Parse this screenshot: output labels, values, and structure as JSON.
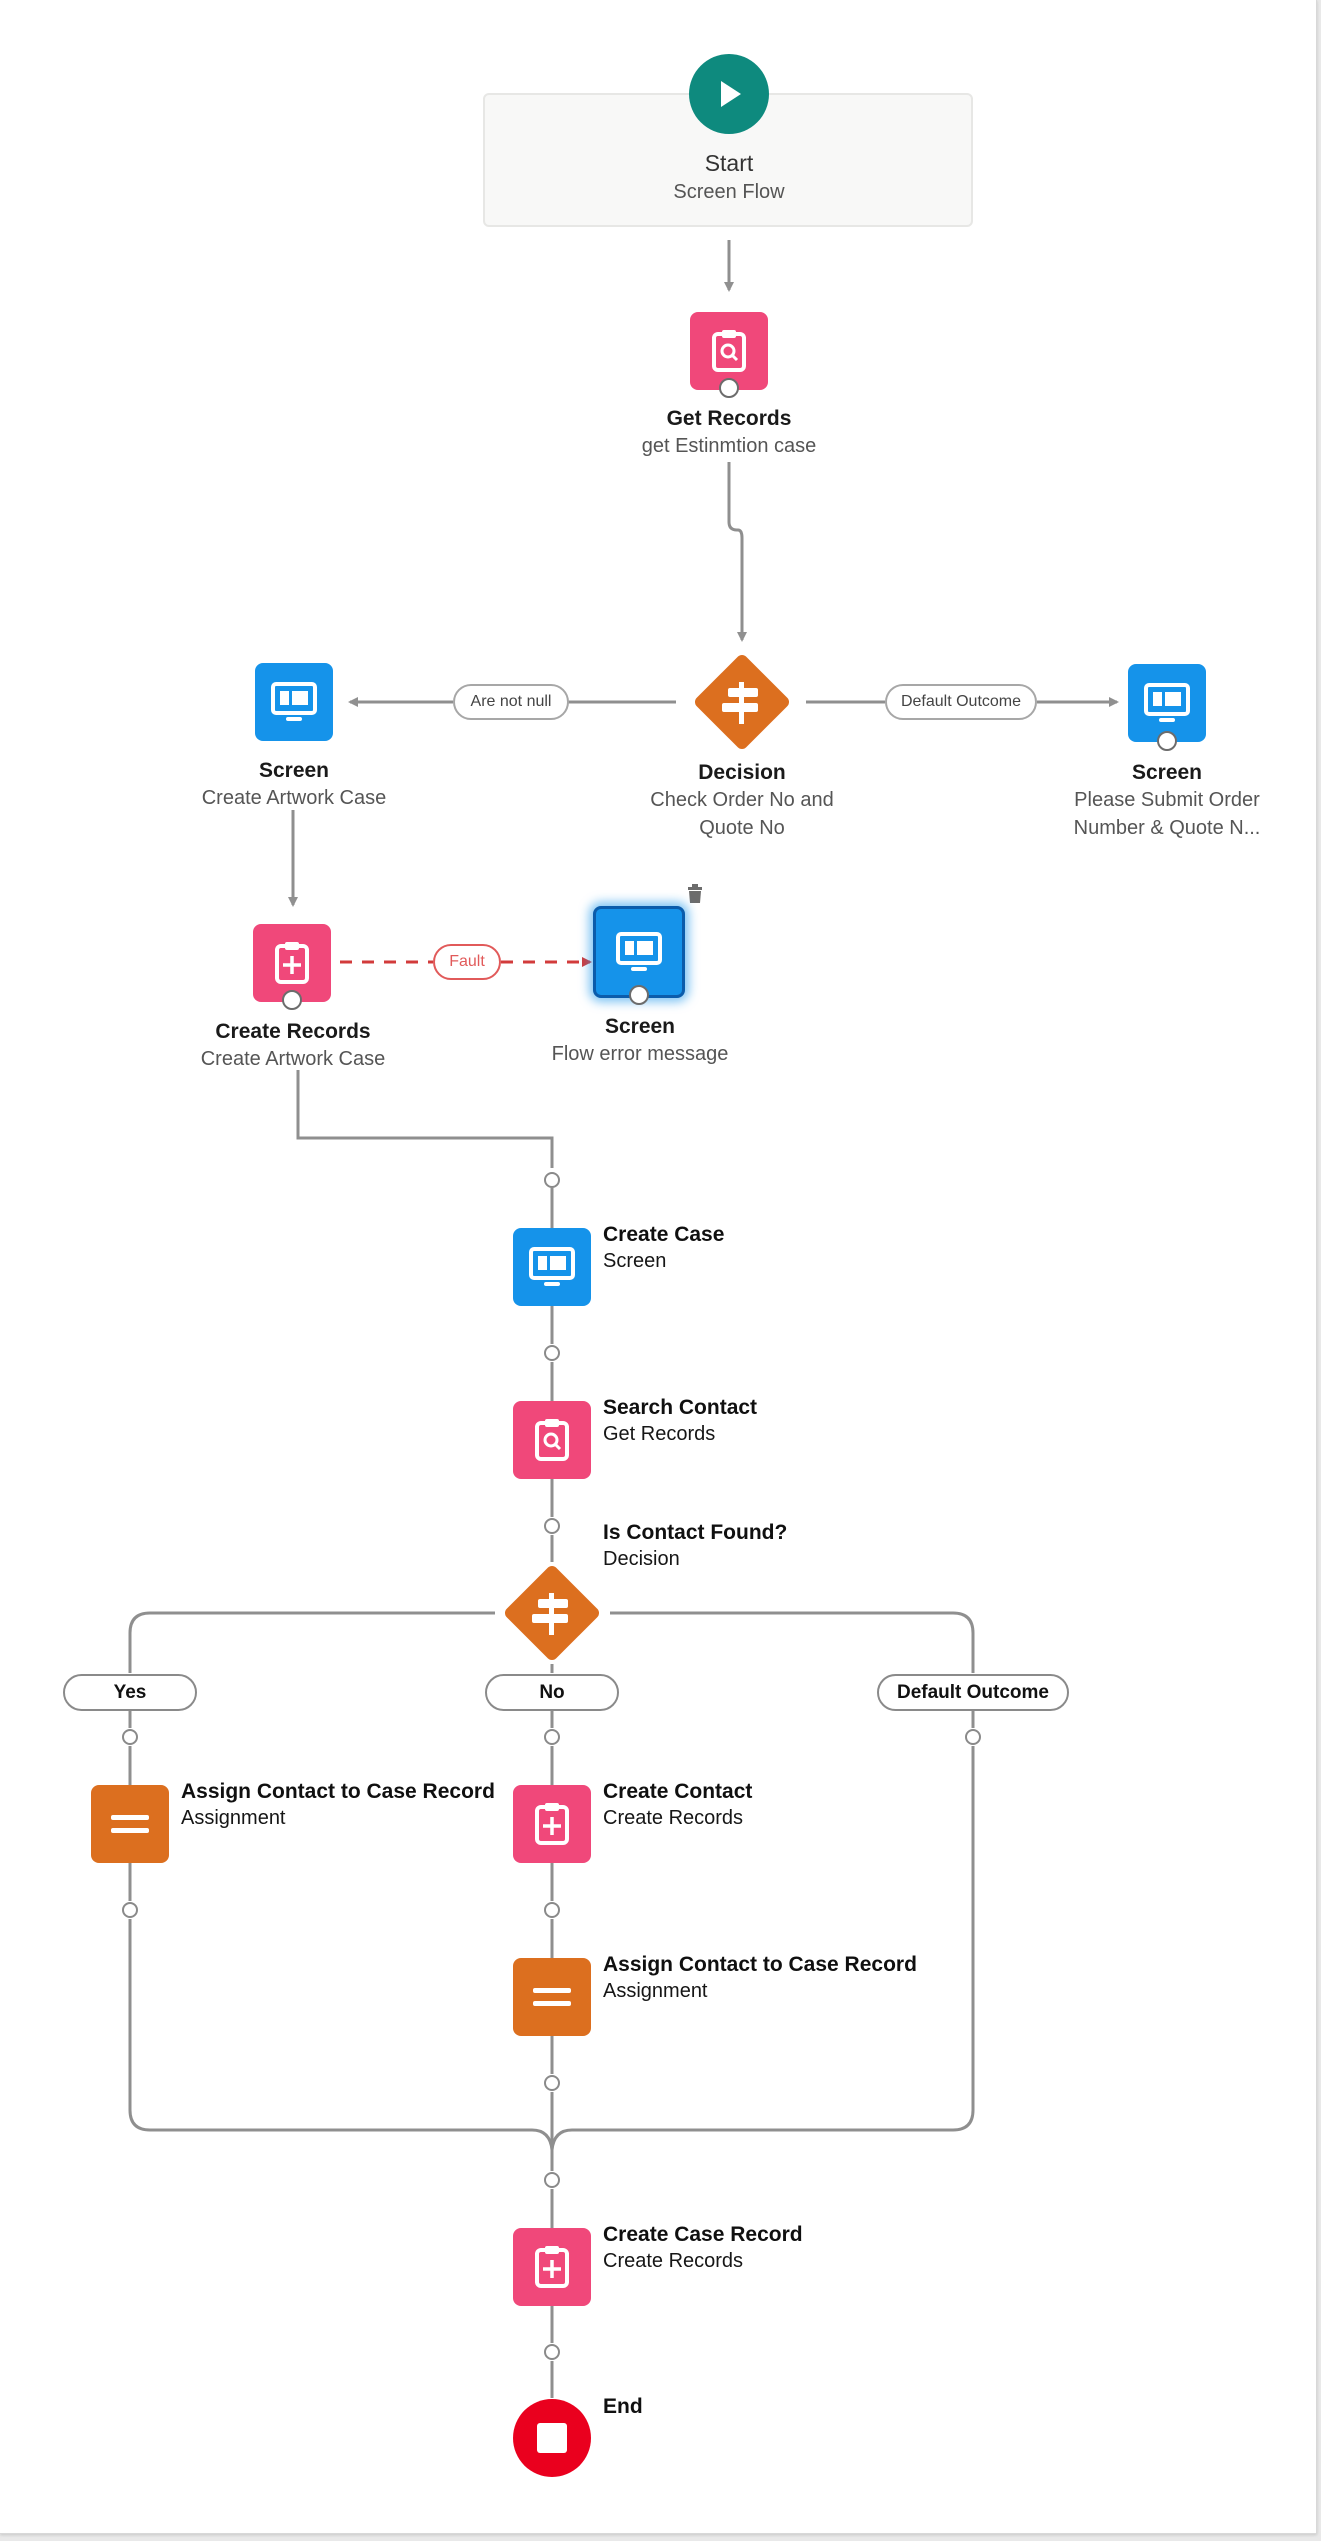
{
  "start": {
    "title": "Start",
    "subtitle": "Screen Flow"
  },
  "get_records": {
    "title": "Get Records",
    "subtitle": "get Estinmtion case"
  },
  "decision": {
    "title": "Decision",
    "subtitle_1": "Check Order No and",
    "subtitle_2": "Quote No"
  },
  "screen_left": {
    "title": "Screen",
    "subtitle": "Create Artwork Case"
  },
  "screen_right": {
    "title": "Screen",
    "subtitle_1": "Please Submit Order",
    "subtitle_2": "Number & Quote N..."
  },
  "create_records_top": {
    "title": "Create Records",
    "subtitle": "Create Artwork Case"
  },
  "screen_error": {
    "title": "Screen",
    "subtitle": "Flow error message"
  },
  "labels": {
    "are_not_null": "Are not null",
    "default_outcome_top": "Default Outcome",
    "fault": "Fault"
  },
  "create_case": {
    "title": "Create Case",
    "subtitle": "Screen"
  },
  "search_contact": {
    "title": "Search Contact",
    "subtitle": "Get Records"
  },
  "is_contact_found": {
    "title": "Is Contact Found?",
    "subtitle": "Decision"
  },
  "branches": {
    "yes": "Yes",
    "no": "No",
    "default": "Default Outcome"
  },
  "assign_left": {
    "title": "Assign Contact to Case Record",
    "subtitle": "Assignment"
  },
  "create_contact": {
    "title": "Create Contact",
    "subtitle": "Create Records"
  },
  "assign_mid": {
    "title": "Assign Contact to Case Record",
    "subtitle": "Assignment"
  },
  "create_case_record": {
    "title": "Create Case Record",
    "subtitle": "Create Records"
  },
  "end": {
    "title": "End"
  },
  "colors": {
    "pink": "#f0487a",
    "blue": "#1593ea",
    "orange": "#dc6f1f",
    "teal": "#0e8a7e",
    "red": "#ea001e"
  }
}
